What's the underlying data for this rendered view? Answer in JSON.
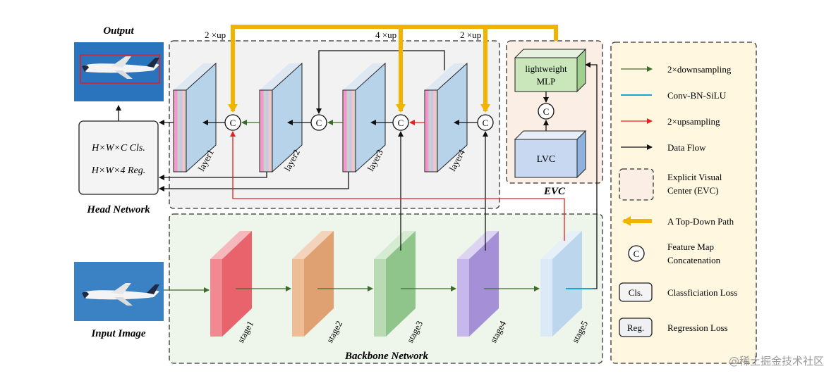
{
  "labels": {
    "output": "Output",
    "input_image": "Input Image",
    "head_network": "Head Network",
    "backbone_network": "Backbone Network",
    "evc": "EVC",
    "head_cls": "H×W×C  Cls.",
    "head_reg": "H×W×4  Reg.",
    "up_2x_a": "2 ×up",
    "up_4x": "4 ×up",
    "up_2x_b": "2 ×up",
    "concat": "C",
    "lightweight_mlp_line1": "lightweight",
    "lightweight_mlp_line2": "MLP",
    "lvc": "LVC",
    "layers": [
      "layer1",
      "layer2",
      "layer3",
      "layer4"
    ],
    "stages": [
      "stage1",
      "stage2",
      "stage3",
      "stage4",
      "stage5"
    ]
  },
  "legend": {
    "items": [
      {
        "label": "2×downsampling",
        "kind": "arrow",
        "color": "#3d6b2a"
      },
      {
        "label": "Conv-BN-SiLU",
        "kind": "line",
        "color": "#1ba3d6"
      },
      {
        "label": "2×upsampling",
        "kind": "arrow",
        "color": "#e82020"
      },
      {
        "label": "Data Flow",
        "kind": "arrow",
        "color": "#111111"
      },
      {
        "label_line1": "Explicit Visual",
        "label_line2": "Center (EVC)",
        "kind": "dashed-box"
      },
      {
        "label": "A Top-Down Path",
        "kind": "thick-arrow",
        "color": "#f0b400"
      },
      {
        "label_line1": "Feature Map",
        "label_line2": "Concatenation",
        "kind": "concat-circle",
        "symbol": "C"
      },
      {
        "label": "Classficiation Loss",
        "kind": "box",
        "symbol": "Cls."
      },
      {
        "label": "Regression Loss",
        "kind": "box",
        "symbol": "Reg."
      }
    ]
  },
  "colors": {
    "top_down": "#f0b400",
    "downsample": "#3d6b2a",
    "upsample": "#e82020",
    "conv": "#1ba3d6",
    "stage_colors": [
      "#e8636b",
      "#e0a172",
      "#8fc48a",
      "#a58fd6",
      "#bcd6ee"
    ],
    "layer_color": "#b7d3ea"
  },
  "watermark": "@稀土掘金技术社区"
}
